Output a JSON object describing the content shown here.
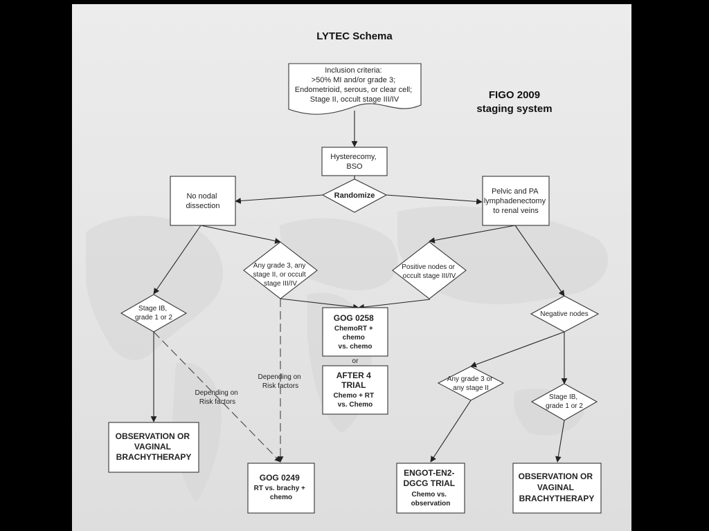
{
  "title": "LYTEC Schema",
  "figo": {
    "line1": "FIGO 2009",
    "line2": "staging system"
  },
  "nodes": {
    "inclusion": [
      "Inclusion criteria:",
      ">50% MI and/or grade 3;",
      "Endometrioid, serous, or clear cell;",
      "Stage II, occult stage III/IV"
    ],
    "hysterectomy": [
      "Hysterecomy,",
      "BSO"
    ],
    "randomize": "Randomize",
    "no_nodal": [
      "No nodal",
      "dissection"
    ],
    "pelvic_pa": [
      "Pelvic and PA",
      "lymphadenectomy",
      "to renal veins"
    ],
    "any_grade3_left": [
      "Any grade 3, any",
      "stage II, or occult",
      "stage III/IV"
    ],
    "positive_nodes": [
      "Positive nodes or",
      "occult stage III/IV"
    ],
    "stage_ib_left": [
      "Stage IB,",
      "grade 1 or 2"
    ],
    "negative_nodes": "Negative nodes",
    "gog0258": [
      "GOG 0258",
      "ChemoRT +",
      "chemo",
      "vs. chemo"
    ],
    "or": "or",
    "after4": [
      "AFTER 4",
      "TRIAL",
      "Chemo + RT",
      "vs. Chemo"
    ],
    "any_grade3_right": [
      "Any grade 3 or",
      "any stage II"
    ],
    "stage_ib_right": [
      "Stage IB,",
      "grade 1 or 2"
    ],
    "observation_left": [
      "OBSERVATION OR",
      "VAGINAL",
      "BRACHYTHERAPY"
    ],
    "gog0249": [
      "GOG 0249",
      "RT vs. brachy +",
      "chemo"
    ],
    "engot": [
      "ENGOT-EN2-",
      "DGCG TRIAL",
      "Chemo vs.",
      "observation"
    ],
    "observation_right": [
      "OBSERVATION OR",
      "VAGINAL",
      "BRACHYTHERAPY"
    ]
  },
  "edge_labels": {
    "risk_left": [
      "Depending on",
      "Risk factors"
    ],
    "risk_mid": [
      "Depending on",
      "Risk factors"
    ]
  }
}
